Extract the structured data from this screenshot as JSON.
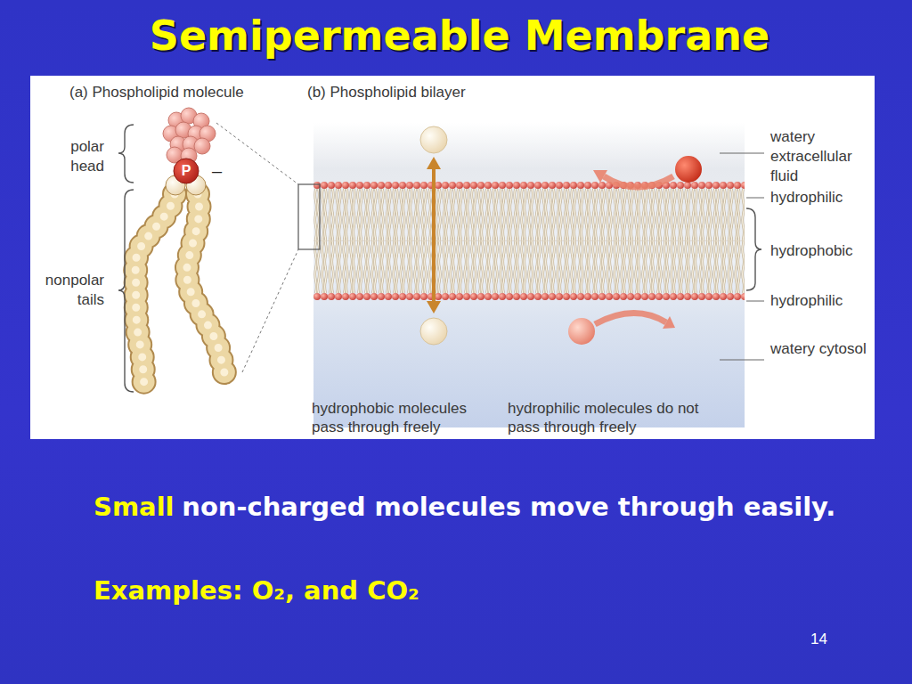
{
  "diagram": {
    "title": "Semipermeable Membrane",
    "labels": [
      "(a) Phospholipid molecule",
      "(b) Phospholipid bilayer",
      "polar head",
      "P",
      "–",
      "nonpolar tails",
      "watery extracellular fluid",
      "hydrophilic",
      "hydrophobic",
      "hydrophilic",
      "watery cytosol",
      "hydrophobic molecules pass through freely",
      "hydrophilic molecules do not pass through freely",
      "Small",
      "non-charged molecules move through easily.",
      "Examples: O₂, and CO₂",
      "14"
    ]
  }
}
